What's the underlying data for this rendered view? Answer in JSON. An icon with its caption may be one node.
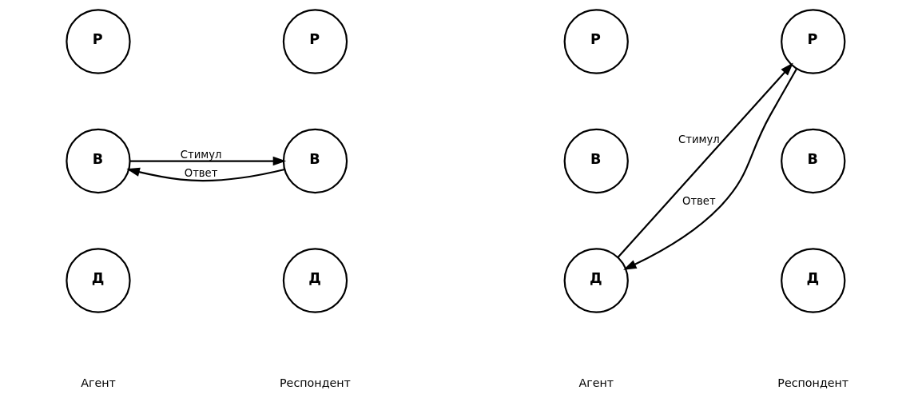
{
  "diagram": {
    "nodes": [
      {
        "text": [
          "Р"
        ]
      },
      {
        "text": [
          "В"
        ]
      },
      {
        "text": [
          "Д"
        ]
      },
      {
        "text": [
          "Р"
        ]
      },
      {
        "text": [
          "В"
        ]
      },
      {
        "text": [
          "Д"
        ]
      },
      {
        "text": [
          "Р"
        ]
      },
      {
        "text": [
          "В"
        ]
      },
      {
        "text": [
          "Д"
        ]
      },
      {
        "text": [
          "Р"
        ]
      },
      {
        "text": [
          "В"
        ]
      },
      {
        "text": [
          "Д"
        ]
      }
    ],
    "edges": [
      {
        "from": 1,
        "to": 4,
        "arrow": "to",
        "label": "Стимул"
      },
      {
        "from": 4,
        "to": 1,
        "arrow": "to",
        "label": "Ответ"
      },
      {
        "from": 8,
        "to": 9,
        "arrow": "to",
        "label": "Стимул"
      },
      {
        "from": 9,
        "to": 8,
        "arrow": "to",
        "label": "Ответ"
      }
    ],
    "labels": [
      "Агент",
      "Респондент",
      "Агент",
      "Респондент"
    ]
  }
}
